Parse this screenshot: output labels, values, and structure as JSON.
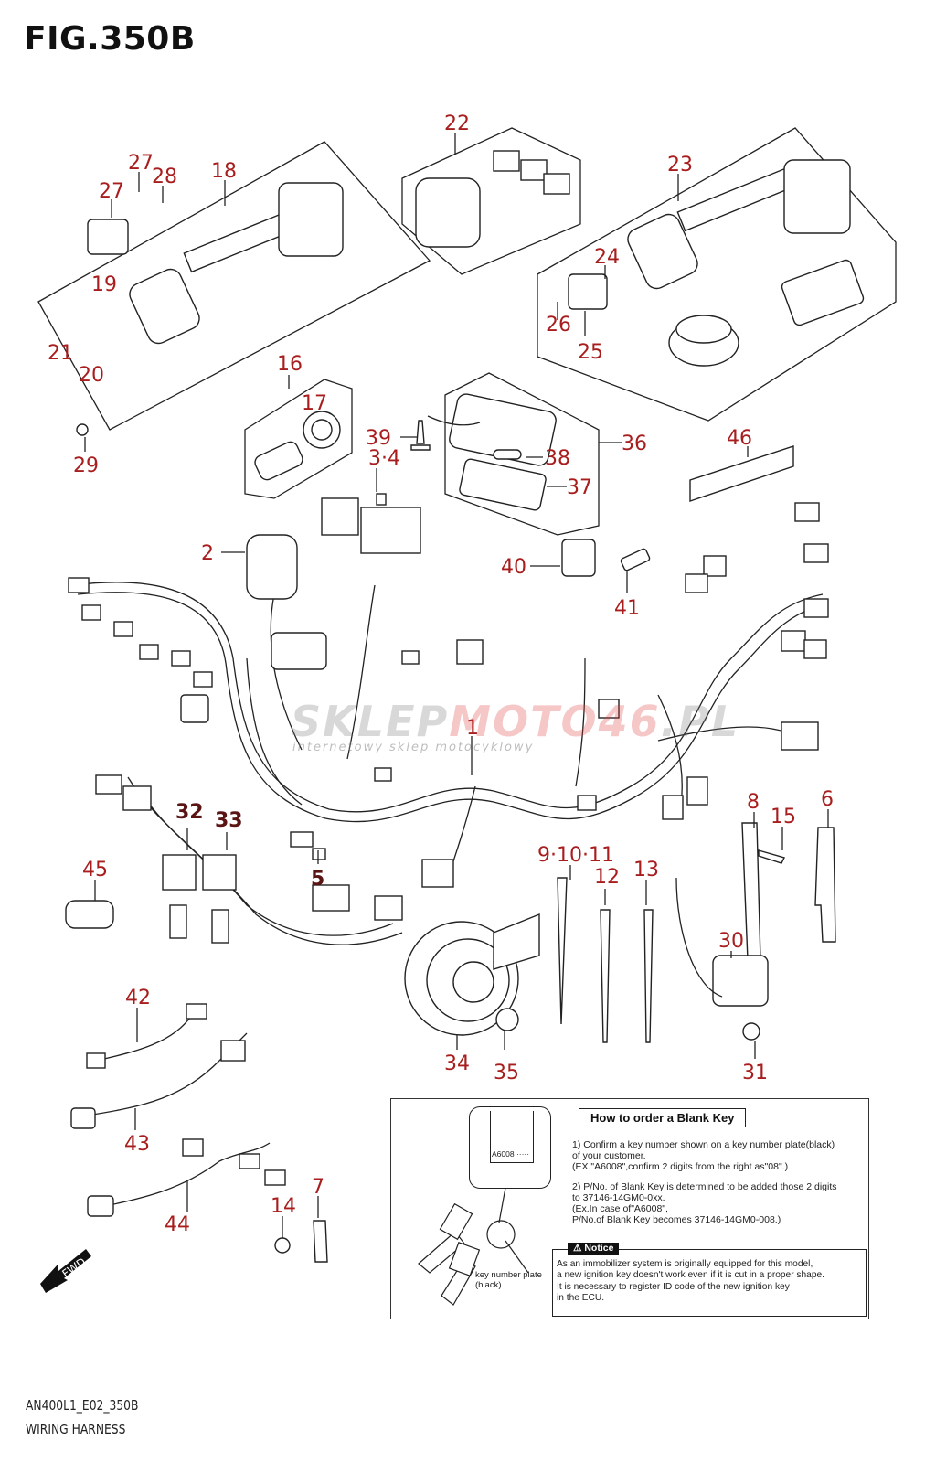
{
  "figure": {
    "title": "FIG.350B",
    "model_code": "AN400L1_E02_350B",
    "section_name": "WIRING HARNESS"
  },
  "watermark": {
    "part1": "SKLEP",
    "part2": "MOTO46",
    "part3": ".PL",
    "tagline": "internetowy sklep motocyklowy"
  },
  "colors": {
    "callout": "#a81e1e",
    "callout_bold": "#5a1414",
    "line": "#222222"
  },
  "callouts": [
    {
      "id": "c1",
      "label": "1"
    },
    {
      "id": "c2",
      "label": "2"
    },
    {
      "id": "c3-4",
      "label": "3·4"
    },
    {
      "id": "c5",
      "label": "5"
    },
    {
      "id": "c6",
      "label": "6"
    },
    {
      "id": "c7",
      "label": "7"
    },
    {
      "id": "c8",
      "label": "8"
    },
    {
      "id": "c9-10-11",
      "label": "9·10·11"
    },
    {
      "id": "c12",
      "label": "12"
    },
    {
      "id": "c13",
      "label": "13"
    },
    {
      "id": "c14",
      "label": "14"
    },
    {
      "id": "c15",
      "label": "15"
    },
    {
      "id": "c16",
      "label": "16"
    },
    {
      "id": "c17",
      "label": "17"
    },
    {
      "id": "c18",
      "label": "18"
    },
    {
      "id": "c19",
      "label": "19"
    },
    {
      "id": "c20",
      "label": "20"
    },
    {
      "id": "c21",
      "label": "21"
    },
    {
      "id": "c22",
      "label": "22"
    },
    {
      "id": "c23",
      "label": "23"
    },
    {
      "id": "c24",
      "label": "24"
    },
    {
      "id": "c25",
      "label": "25"
    },
    {
      "id": "c26",
      "label": "26"
    },
    {
      "id": "c27a",
      "label": "27"
    },
    {
      "id": "c27b",
      "label": "27"
    },
    {
      "id": "c28",
      "label": "28"
    },
    {
      "id": "c29",
      "label": "29"
    },
    {
      "id": "c30",
      "label": "30"
    },
    {
      "id": "c31",
      "label": "31"
    },
    {
      "id": "c32",
      "label": "32"
    },
    {
      "id": "c33",
      "label": "33"
    },
    {
      "id": "c34",
      "label": "34"
    },
    {
      "id": "c35",
      "label": "35"
    },
    {
      "id": "c36",
      "label": "36"
    },
    {
      "id": "c37",
      "label": "37"
    },
    {
      "id": "c38",
      "label": "38"
    },
    {
      "id": "c39",
      "label": "39"
    },
    {
      "id": "c40",
      "label": "40"
    },
    {
      "id": "c41",
      "label": "41"
    },
    {
      "id": "c42",
      "label": "42"
    },
    {
      "id": "c43",
      "label": "43"
    },
    {
      "id": "c44",
      "label": "44"
    },
    {
      "id": "c45",
      "label": "45"
    },
    {
      "id": "c46",
      "label": "46"
    }
  ],
  "blank_key_info": {
    "heading": "How to order a Blank Key",
    "steps": [
      "1) Confirm a key number shown on a key number plate(black)\n of your customer.\n(EX.\"A6008\",confirm 2 digits from the right as\"08\".)",
      "2) P/No. of Blank Key is determined to be added those 2 digits\n to 37146-14GM0-0xx.\n(Ex.In case of\"A6008\",\nP/No.of Blank Key becomes 37146-14GM0-008.)"
    ],
    "notice_label": "⚠ Notice",
    "notice_text": "As an immobilizer system is originally equipped for this model,\na new ignition key doesn't work even if it is cut in a proper shape.\nIt is necessary to register ID code of the new ignition key\nin the ECU.",
    "key_plate_code": "A6008 ·····",
    "key_plate_label": "key number plate\n(black)"
  },
  "fwd_indicator": {
    "label": "FWD",
    "icon": "arrow-left-icon"
  }
}
